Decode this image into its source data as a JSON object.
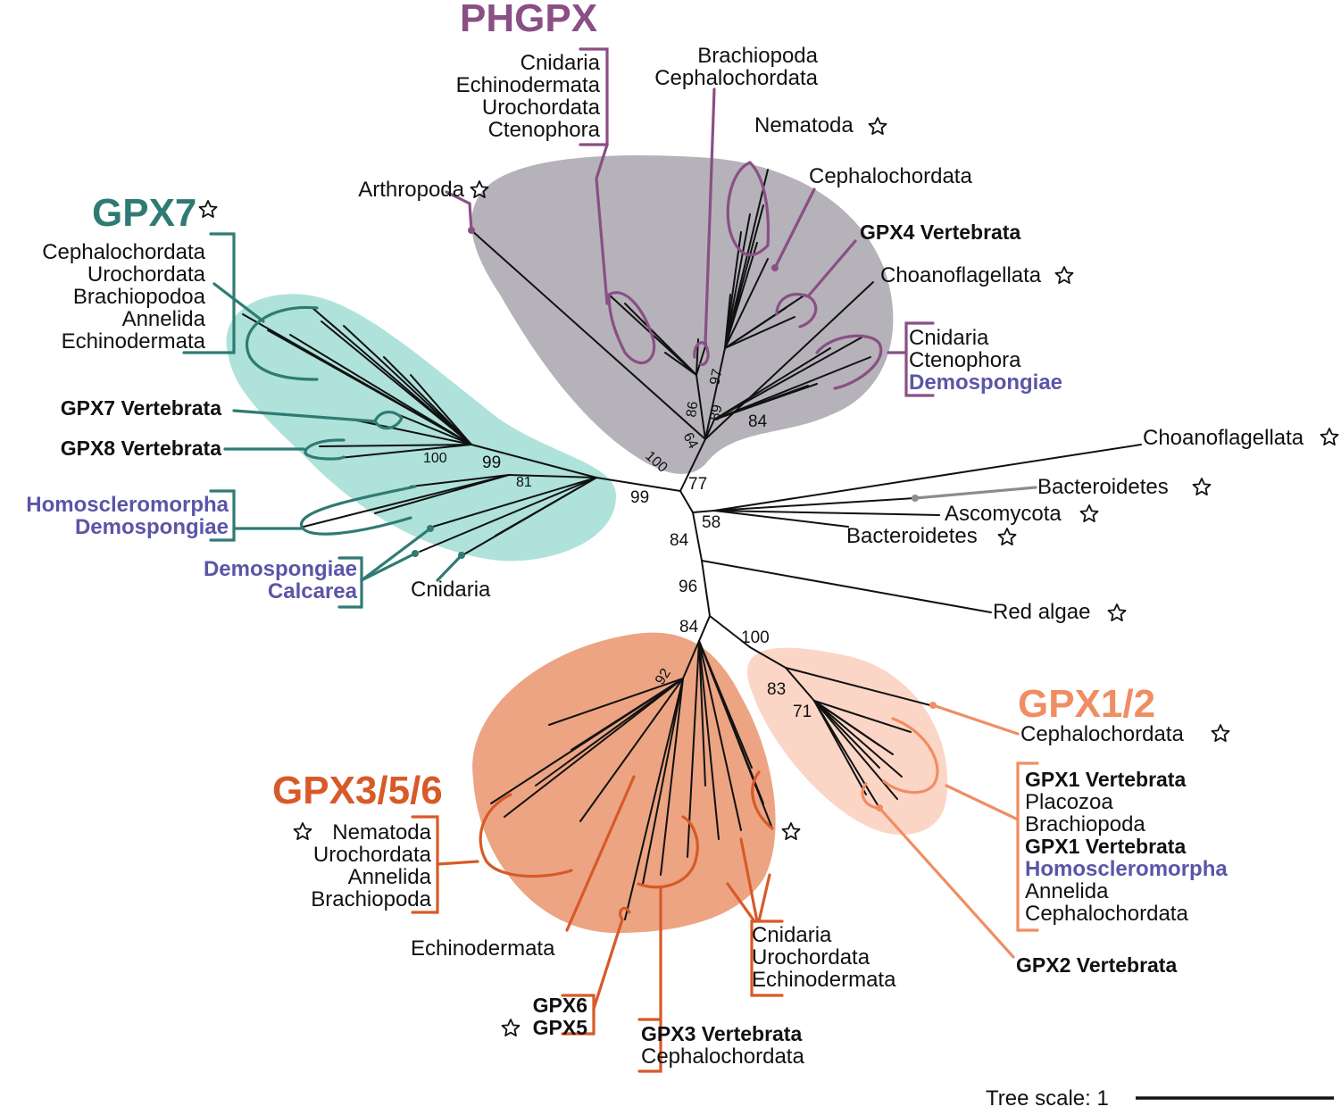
{
  "colors": {
    "phgpx_clade": "#b6b2ba",
    "phgpx_text": "#8a4f85",
    "gpx7_clade": "#aee2da",
    "gpx7_text": "#2f7b73",
    "gpx356_clade": "#eca483",
    "gpx356_text": "#d75a28",
    "gpx12_clade": "#fbd6c6",
    "gpx12_text": "#f08d62",
    "sponge_label": "#5b55a8"
  },
  "groups": {
    "phgpx": "PHGPX",
    "gpx7": "GPX7",
    "gpx356": "GPX3/5/6",
    "gpx12": "GPX1/2"
  },
  "phgpx": {
    "bracket_top": [
      "Cnidaria",
      "Echinodermata",
      "Urochordata",
      "Ctenophora"
    ],
    "brachiopoda": "Brachiopoda",
    "cephalo_top": "Cephalochordata",
    "nematoda": "Nematoda",
    "cephalo": "Cephalochordata",
    "arthropoda": "Arthropoda",
    "gpx4": "GPX4 Vertebrata",
    "choano": "Choanoflagellata",
    "bracket_right": [
      "Cnidaria",
      "Ctenophora"
    ],
    "bracket_right_sponge": "Demospongiae"
  },
  "gpx7": {
    "bracket_top": [
      "Cephalochordata",
      "Urochordata",
      "Brachiopodoa",
      "Annelida",
      "Echinodermata"
    ],
    "gpx7_vert": "GPX7 Vertebrata",
    "gpx8_vert": "GPX8 Vertebrata",
    "sponge_a": [
      "Homoscleromorpha",
      "Demospongiae"
    ],
    "sponge_b": [
      "Demospongiae",
      "Calcarea"
    ],
    "cnidaria": "Cnidaria"
  },
  "outgroups": {
    "choano": "Choanoflagellata",
    "bacteroidetes_a": "Bacteroidetes",
    "ascomycota": "Ascomycota",
    "bacteroidetes_b": "Bacteroidetes",
    "red_algae": "Red algae"
  },
  "gpx356": {
    "bracket_left": [
      "Nematoda",
      "Urochordata",
      "Annelida",
      "Brachiopoda"
    ],
    "echinodermata": "Echinodermata",
    "gpx6": "GPX6",
    "gpx5": "GPX5",
    "gpx3": "GPX3 Vertebrata",
    "gpx3_cephalo": "Cephalochordata",
    "bracket_right": [
      "Cnidaria",
      "Urochordata",
      "Echinodermata"
    ]
  },
  "gpx12": {
    "cephalo": "Cephalochordata",
    "bracket": [
      {
        "text": "GPX1 Vertebrata",
        "style": "bold"
      },
      {
        "text": "Placozoa",
        "style": "normal"
      },
      {
        "text": "Brachiopoda",
        "style": "normal"
      },
      {
        "text": "GPX1 Vertebrata",
        "style": "bold"
      },
      {
        "text": "Homoscleromorpha",
        "style": "sponge"
      },
      {
        "text": "Annelida",
        "style": "normal"
      },
      {
        "text": "Cephalochordata",
        "style": "normal"
      }
    ],
    "gpx2": "GPX2 Vertebrata"
  },
  "support_values": {
    "phgpx_100": "100",
    "phgpx_64": "64",
    "phgpx_86": "86",
    "phgpx_89": "89",
    "phgpx_97": "97",
    "phgpx_84": "84",
    "root_77": "77",
    "gpx7_100": "100",
    "gpx7_99": "99",
    "gpx7_81": "81",
    "gpx7_root_99": "99",
    "out_58": "58",
    "out_84": "84",
    "out_96": "96",
    "gpx356_84": "84",
    "gpx356_92": "92",
    "gpx12_100": "100",
    "gpx12_83": "83",
    "gpx12_71": "71"
  },
  "scale": {
    "label": "Tree scale: 1"
  }
}
